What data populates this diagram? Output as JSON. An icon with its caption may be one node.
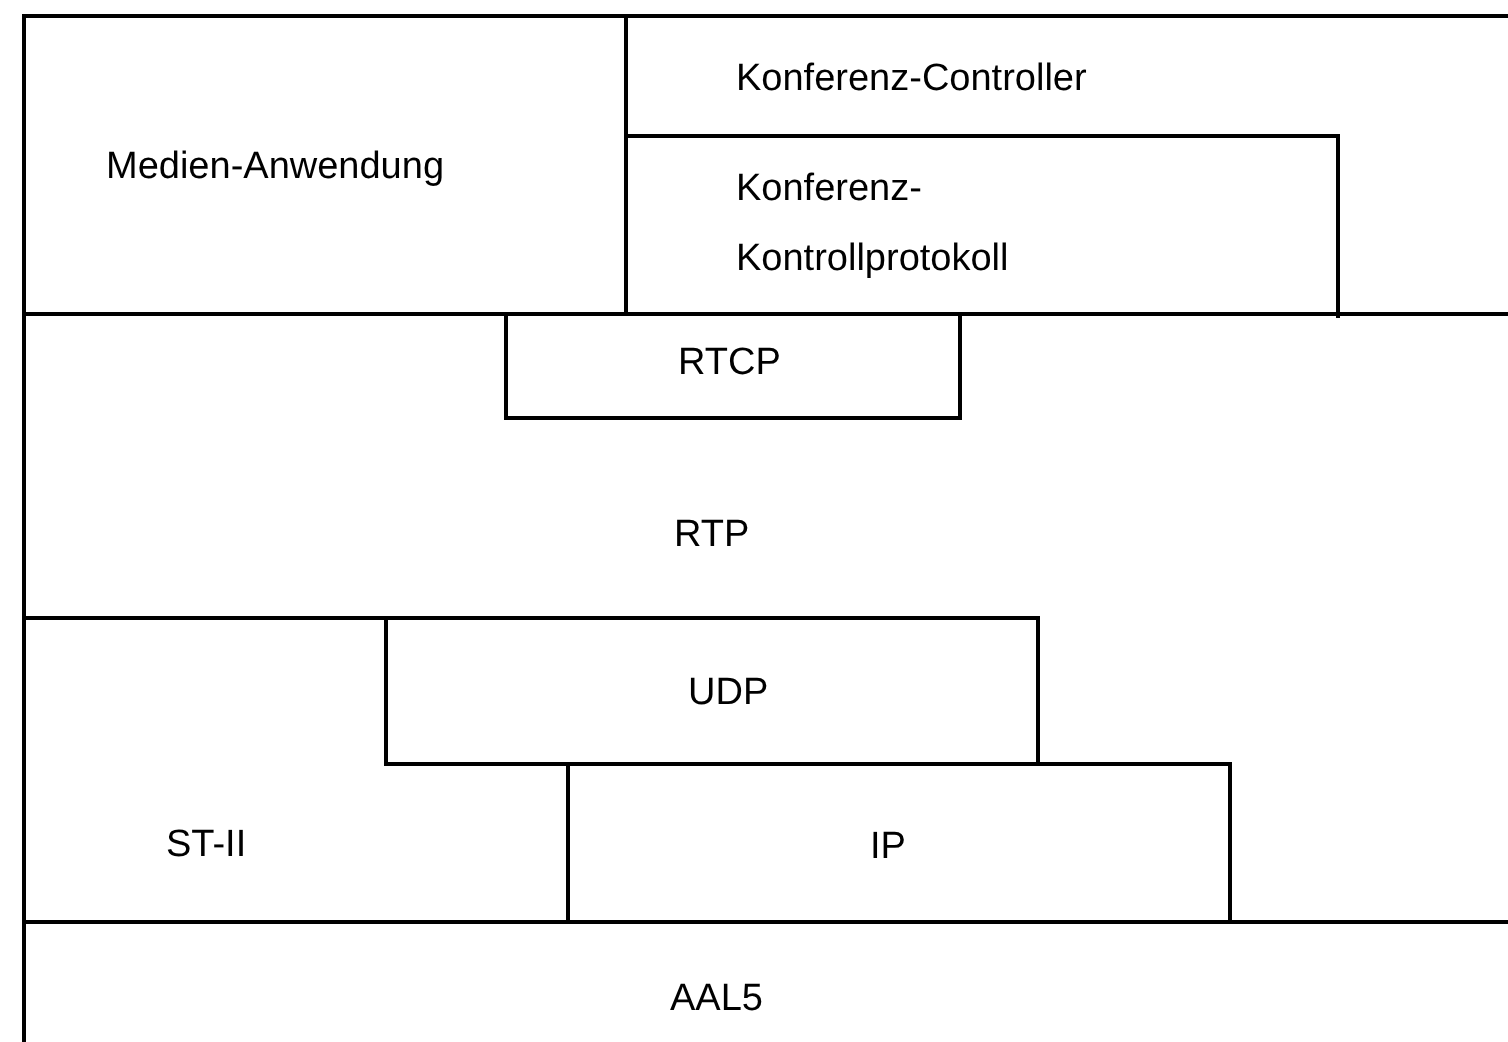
{
  "diagram": {
    "nodes": [
      {
        "text": [
          "Medien-Anwendung"
        ]
      },
      {
        "text": [
          "Konferenz-Controller"
        ]
      },
      {
        "text": [
          "Konferenz- Kontrollprotokoll"
        ],
        "in": 1
      },
      {
        "text": [
          "RTP"
        ]
      },
      {
        "text": [
          "RTCP"
        ],
        "in": 3
      },
      {
        "text": [
          "ST-II"
        ]
      },
      {
        "text": [
          "UDP"
        ]
      },
      {
        "text": [
          "IP"
        ]
      },
      {
        "text": [
          "AAL5"
        ]
      }
    ]
  }
}
